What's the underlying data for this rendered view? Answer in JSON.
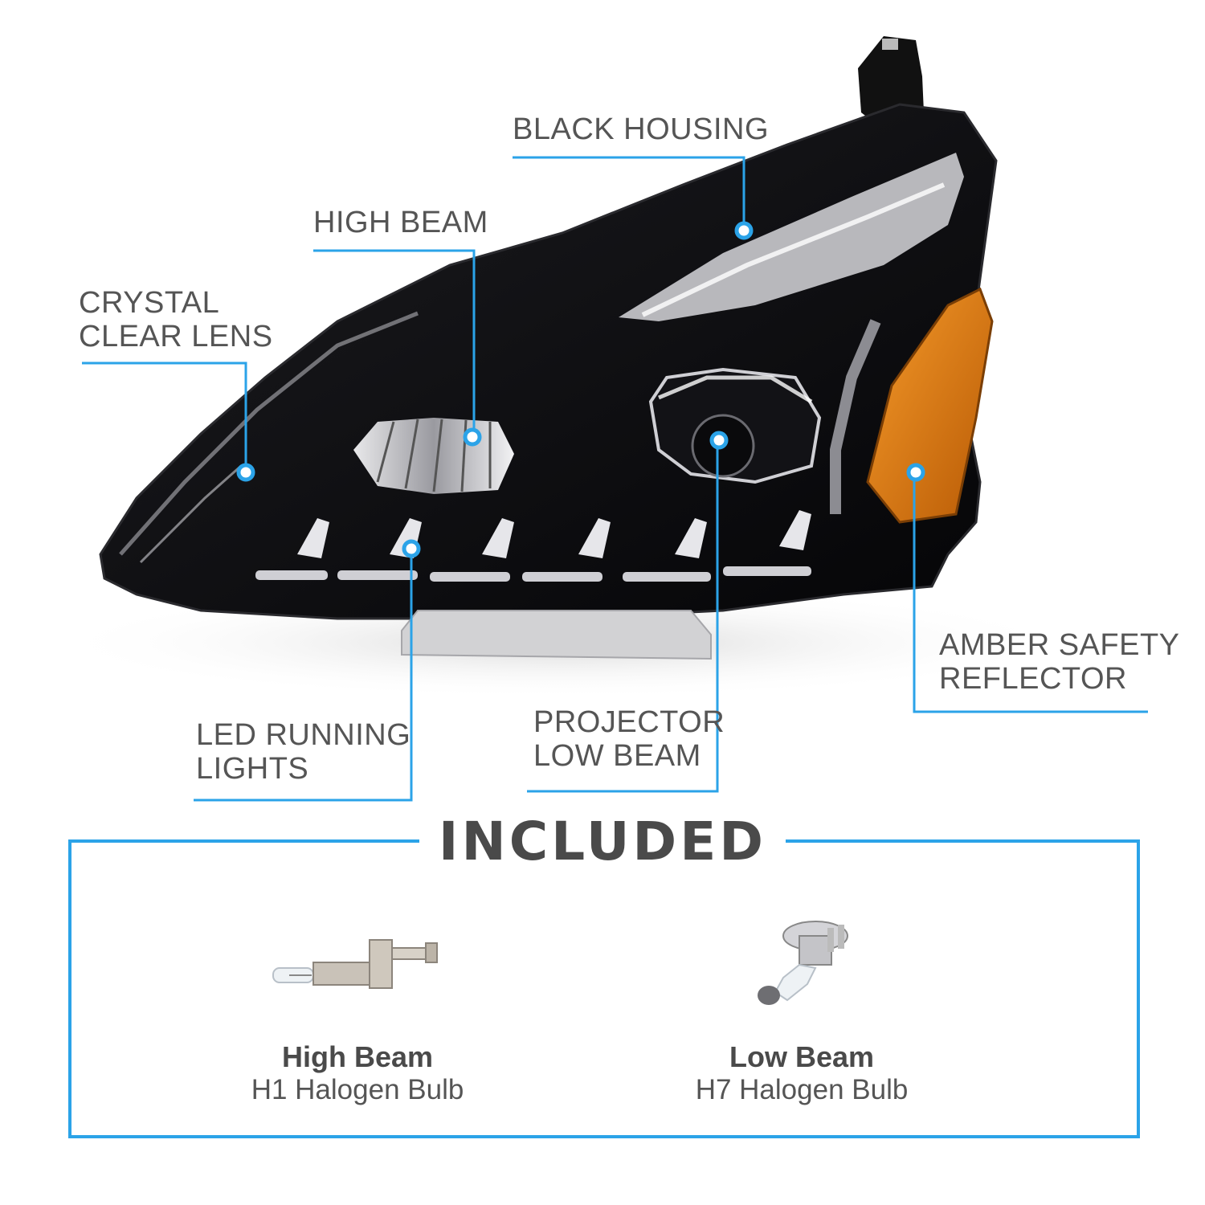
{
  "callouts": {
    "black_housing": [
      "BLACK HOUSING"
    ],
    "high_beam": [
      "HIGH BEAM"
    ],
    "crystal_clear_lens": [
      "CRYSTAL",
      "CLEAR LENS"
    ],
    "amber_safety_reflector": [
      "AMBER SAFETY",
      "REFLECTOR"
    ],
    "led_running_lights": [
      "LED RUNNING",
      "LIGHTS"
    ],
    "projector_low_beam": [
      "PROJECTOR",
      "LOW BEAM"
    ]
  },
  "included": {
    "title": "INCLUDED",
    "items": [
      {
        "name": "High Beam",
        "detail": "H1 Halogen Bulb",
        "icon": "h1-bulb-icon"
      },
      {
        "name": "Low Beam",
        "detail": "H7 Halogen Bulb",
        "icon": "h7-bulb-icon"
      }
    ]
  },
  "colors": {
    "accent": "#2ba3e8",
    "text": "#555555",
    "housing": "#0c0c0e",
    "amber": "#e07a10"
  }
}
